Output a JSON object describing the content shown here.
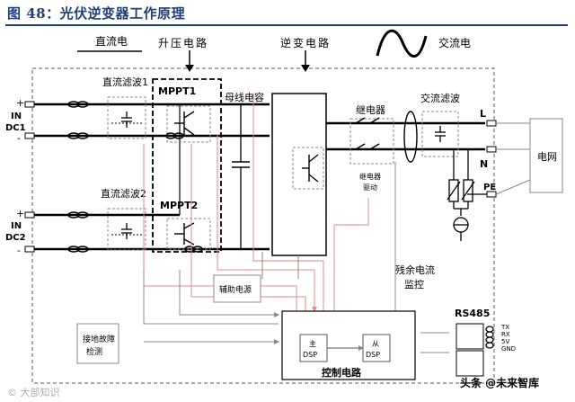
{
  "figure": {
    "title": "图 48：光伏逆变器工作原理"
  },
  "labels": {
    "dc_side": "直流电",
    "boost_circuit": "升压电路",
    "inverter_circuit": "逆变电路",
    "ac_side": "交流电",
    "dc_filter_1": "直流滤波1",
    "dc_filter_2": "直流滤波2",
    "mppt1": "MPPT1",
    "mppt2": "MPPT2",
    "bus_capacitor": "母线电容",
    "relay": "继电器",
    "relay_drive_line1": "继电器",
    "relay_drive_line2": "驱动",
    "ac_filter": "交流滤波",
    "grid": "电网",
    "residual_current_line1": "残余电流",
    "residual_current_line2": "监控",
    "aux_power": "辅助电源",
    "ground_fault_line1": "接地故障",
    "ground_fault_line2": "检测",
    "master_dsp_line1": "主",
    "master_dsp_line2": "DSP",
    "slave_dsp_line1": "从",
    "slave_dsp_line2": "DSP",
    "control_circuit": "控制电路",
    "rs485": "RS485",
    "rs485_pins": [
      "TX",
      "RX",
      "5V",
      "GND"
    ],
    "input1_plus": "+",
    "input1_name_line1": "IN",
    "input1_name_line2": "DC1",
    "input1_minus": "-",
    "input2_plus": "+",
    "input2_name_line1": "IN",
    "input2_name_line2": "DC2",
    "input2_minus": "-",
    "line_L": "L",
    "line_N": "N",
    "line_PE": "PE"
  },
  "watermarks": {
    "bottom_left": "© 大部知识",
    "bottom_right": "头条 @未来智库"
  },
  "colors": {
    "title_blue": "#1f3e77",
    "signal_red": "#e28a8a",
    "signal_gray": "#999999",
    "conductor": "#000000"
  }
}
